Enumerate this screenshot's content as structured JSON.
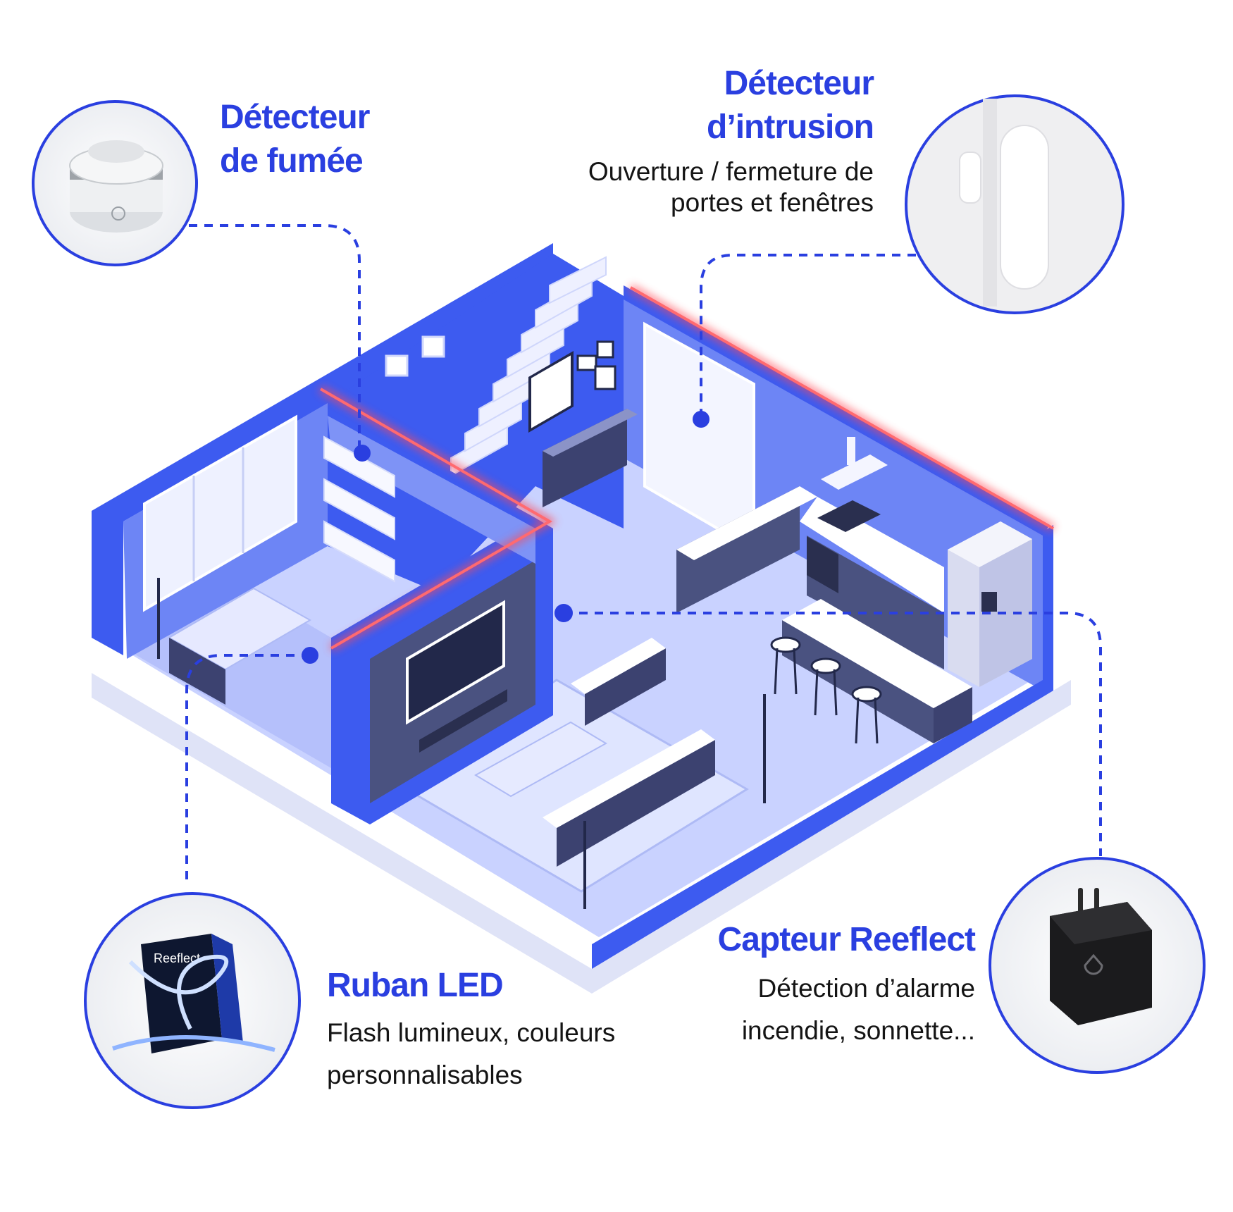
{
  "colors": {
    "accent": "#2a3fe0",
    "wall": "#3d5bf0",
    "floor": "#c9d2ff",
    "led_glow": "#ff4a55"
  },
  "devices": {
    "smoke": {
      "title_1": "Détecteur",
      "title_2": "de fumée",
      "icon": "smoke-detector-icon"
    },
    "intrusion": {
      "title_1": "Détecteur",
      "title_2": "d’intrusion",
      "desc_1": "Ouverture / fermeture de",
      "desc_2": "portes et fenêtres",
      "icon": "door-sensor-icon"
    },
    "led": {
      "title": "Ruban LED",
      "desc_1": "Flash lumineux, couleurs",
      "desc_2": "personnalisables",
      "brand": "Reeflect",
      "icon": "led-strip-icon"
    },
    "sensor": {
      "title": "Capteur Reeflect",
      "desc_1": "Détection d’alarme",
      "desc_2": "incendie, sonnette...",
      "icon": "plug-sensor-icon"
    }
  }
}
